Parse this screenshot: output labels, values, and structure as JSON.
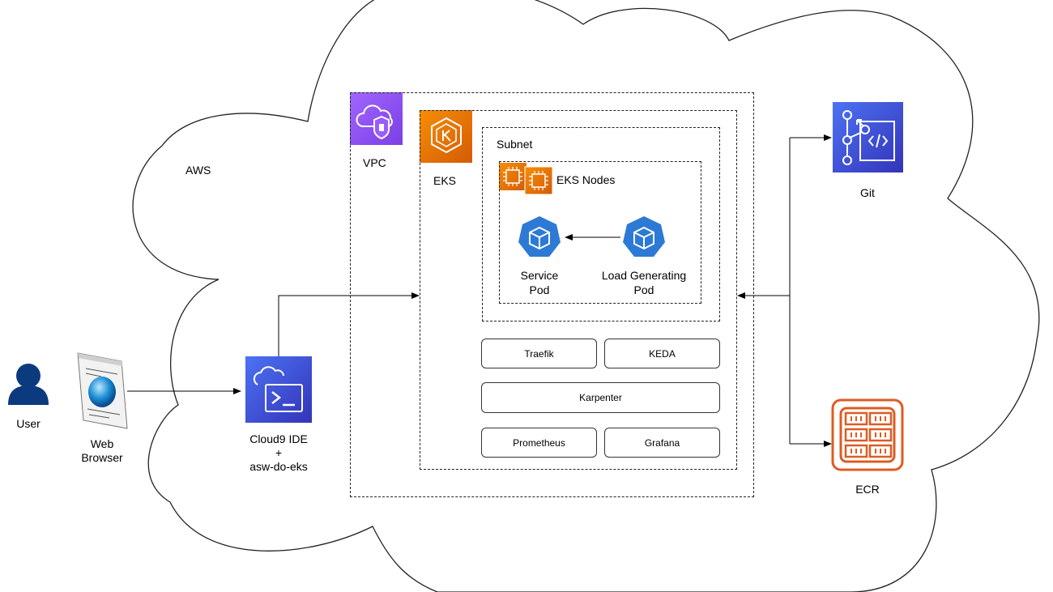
{
  "cloud": {
    "label": "AWS"
  },
  "user": {
    "label": "User"
  },
  "browser": {
    "label_line1": "Web",
    "label_line2": "Browser"
  },
  "cloud9": {
    "label_line1": "Cloud9 IDE",
    "label_line2": "+",
    "label_line3": "asw-do-eks"
  },
  "vpc": {
    "label": "VPC"
  },
  "eks": {
    "label": "EKS"
  },
  "subnet": {
    "label": "Subnet"
  },
  "nodes": {
    "label": "EKS Nodes"
  },
  "pods": {
    "service_line1": "Service",
    "service_line2": "Pod",
    "load_line1": "Load Generating",
    "load_line2": "Pod"
  },
  "components": {
    "traefik": "Traefik",
    "keda": "KEDA",
    "karpenter": "Karpenter",
    "prometheus": "Prometheus",
    "grafana": "Grafana"
  },
  "git": {
    "label": "Git"
  },
  "ecr": {
    "label": "ECR"
  },
  "colors": {
    "aws_purple": "#8c4fff",
    "aws_blue": "#3b48cc",
    "aws_orange": "#ed7100",
    "ecr_orange": "#dd5c22",
    "k8s_blue": "#2d7ad6",
    "user_blue": "#0c3a7e"
  }
}
